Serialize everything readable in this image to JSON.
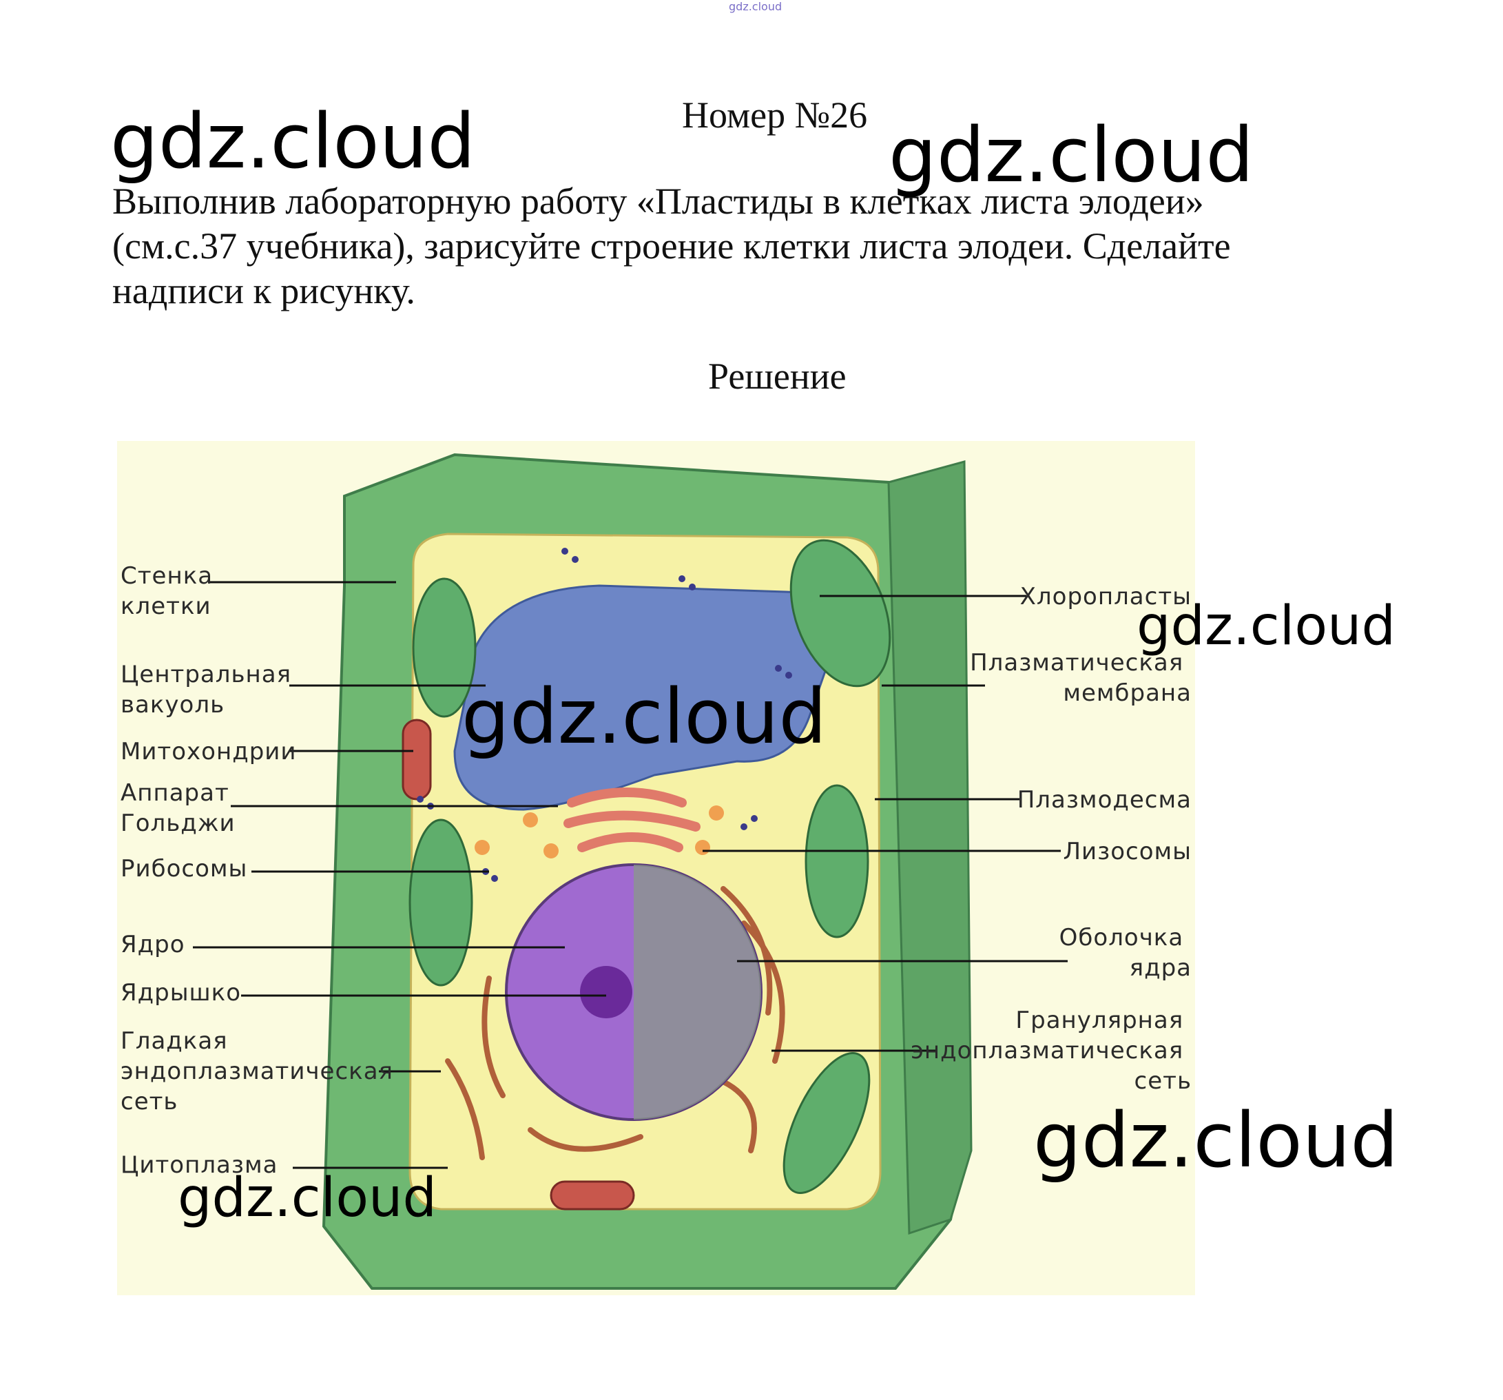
{
  "watermark": "gdz.cloud",
  "header": {
    "number": "Номер №26",
    "task_lines": [
      "Выполнив лабораторную работу «Пластиды в клетках листа элодеи»",
      "(см.с.37 учебника), зарисуйте строение клетки листа элодеи. Сделайте",
      "надписи к рисунку."
    ],
    "solution": "Решение"
  },
  "figure": {
    "labels_left": [
      [
        "Стенка",
        "клетки"
      ],
      [
        "Центральная",
        "вакуоль"
      ],
      [
        "Митохондрии"
      ],
      [
        "Аппарат",
        "Гольджи"
      ],
      [
        "Рибосомы"
      ],
      [
        "Ядро"
      ],
      [
        "Ядрышко"
      ],
      [
        "Гладкая",
        "эндоплазматическая",
        "сеть"
      ],
      [
        "Цитоплазма"
      ]
    ],
    "labels_right": [
      [
        "Хлоропласты"
      ],
      [
        "Плазматическая",
        "мембрана"
      ],
      [
        "Плазмодесма"
      ],
      [
        "Лизосомы"
      ],
      [
        "Оболочка",
        "ядра"
      ],
      [
        "Гранулярная",
        "эндоплазматическая",
        "сеть"
      ]
    ]
  },
  "colors": {
    "cell_wall": "#6fb872",
    "cytoplasm": "#f6f2a6",
    "vacuole": "#6d86c6",
    "chloroplast": "#5fae6c",
    "nucleus": "#a06ad0",
    "figure_bg": "#fbfbe0"
  }
}
